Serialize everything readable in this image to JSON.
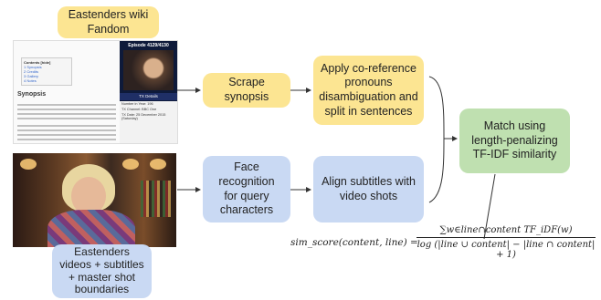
{
  "nodes": {
    "wiki": "Eastenders wiki\nFandom",
    "scrape": "Scrape synopsis",
    "coref": "Apply co-reference\npronouns\ndisambiguation and\nsplit in sentences",
    "face": "Face recognition\nfor query\ncharacters",
    "align": "Align subtitles with\nvideo shots",
    "match": "Match using\nlength-penalizing\nTF-IDF similarity",
    "videos": "Eastenders\nvideos + subtitles\n+ master shot\nboundaries"
  },
  "wiki_screenshot": {
    "episode_header": "Episode 4129/4130",
    "contents_title": "Contents [hide]",
    "contents_items": [
      "1 Synopsis",
      "2 Credits",
      "3 Gallery",
      "4 Notes"
    ],
    "synopsis_heading": "Synopsis",
    "tx_details": "TX Details",
    "info_rows": [
      "Number in Year: 196",
      "TX Channel: BBC One",
      "TX Date: 25 December 2015 (Saturday)"
    ]
  },
  "formula": {
    "lhs": "sim_score(content, line) =",
    "numerator": "∑w∈line∩content TF_iDF(w)",
    "denominator": "log (|line ∪ content| − |line ∩ content| + 1)"
  },
  "colors": {
    "yellow": "#fce592",
    "blue": "#c9d9f3",
    "green": "#bfe0b0"
  }
}
